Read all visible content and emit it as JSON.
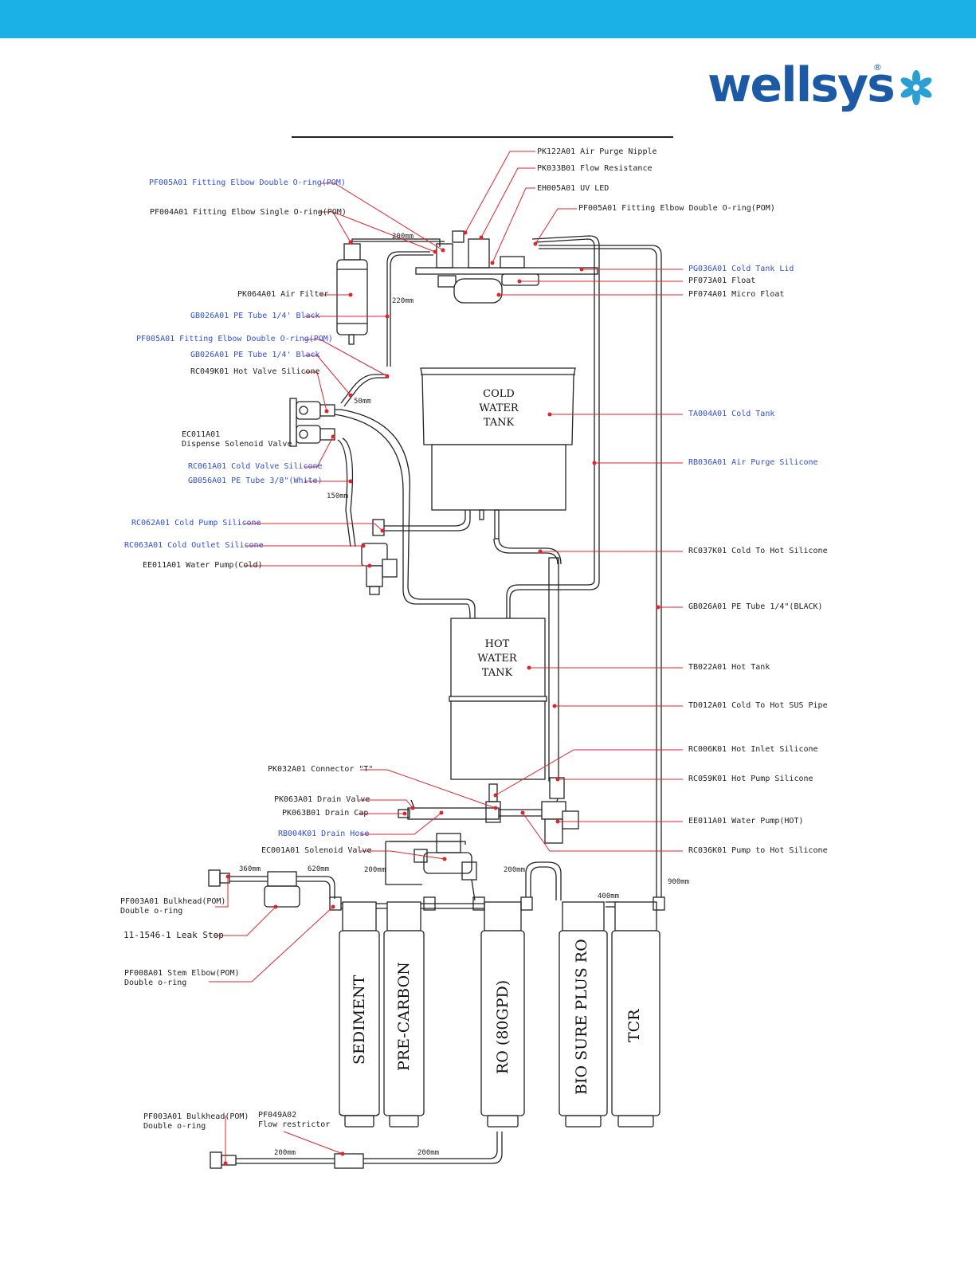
{
  "header": {
    "brand": "wellsys",
    "reg_mark": "®",
    "bar_color": "#1bb0e6",
    "brand_color": "#1c5aa6"
  },
  "tanks": {
    "cold": "COLD\nWATER\nTANK",
    "hot": "HOT\nWATER\nTANK"
  },
  "filters": {
    "sediment": "SEDIMENT",
    "pre_carbon": "PRE-CARBON",
    "ro": "RO  (80GPD)",
    "bio": "BIO SURE PLUS RO",
    "tcr": "TCR"
  },
  "left_labels": {
    "pf005_top": "PF005A01 Fitting Elbow Double O-ring(POM)",
    "pf004": "PF004A01 Fitting Elbow Single O-ring(POM)",
    "pk064": "PK064A01 Air Filter",
    "gb026_a": "GB026A01 PE Tube 1/4' Black",
    "pf005_mid": "PF005A01 Fitting Elbow Double O-ring(POM)",
    "gb026_b": "GB026A01 PE Tube 1/4' Black",
    "rc049": "RC049K01 Hot Valve Silicone",
    "ec011_a": "EC011A01",
    "ec011_b": "Dispense Solenoid Valve",
    "rc061": "RC061A01 Cold Valve Silicone",
    "gb056": "GB056A01 PE Tube 3/8\"(White)",
    "rc062": "RC062A01 Cold Pump Silicone",
    "rc063": "RC063A01 Cold Outlet Silicone",
    "ee011_cold": "EE011A01 Water Pump(Cold)",
    "pk032": "PK032A01 Connector \"T\"",
    "pk063a": "PK063A01 Drain Valve",
    "pk063b": "PK063B01 Drain Cap",
    "rb004": "RB004K01 Drain Hose",
    "ec001": "EC001A01 Solenoid Valve",
    "pf003_a1": "PF003A01 Bulkhead(POM)",
    "pf003_a2": "Double o-ring",
    "leak": "11-1546-1 Leak Stop",
    "pf008_1": "PF008A01 Stem Elbow(POM)",
    "pf008_2": "Double o-ring",
    "pf003_b1": "PF003A01 Bulkhead(POM)",
    "pf003_b2": "Double o-ring",
    "pf049_1": "PF049A02",
    "pf049_2": "Flow restrictor"
  },
  "right_labels": {
    "pk122": "PK122A01 Air Purge Nipple",
    "pk033": "PK033B01 Flow Resistance",
    "eh005": "EH005A01 UV LED",
    "pf005_right": "PF005A01 Fitting Elbow Double O-ring(POM)",
    "pg036": "PG036A01 Cold Tank Lid",
    "pf073": "PF073A01 Float",
    "pf074": "PF074A01 Micro Float",
    "ta004": "TA004A01 Cold Tank",
    "rb036": "RB036A01 Air Purge Silicone",
    "rc037": "RC037K01 Cold To Hot Silicone",
    "gb026_black": "GB026A01 PE Tube 1/4\"(BLACK)",
    "tb022": "TB022A01 Hot Tank",
    "td012": "TD012A01 Cold To Hot SUS Pipe",
    "rc006": "RC006K01 Hot Inlet Silicone",
    "rc059": "RC059K01 Hot Pump Silicone",
    "ee011_hot": "EE011A01 Water Pump(HOT)",
    "rc036": "RC036K01 Pump to Hot Silicone"
  },
  "dims": {
    "d200_top": "200mm",
    "d220": "220mm",
    "d50": "50mm",
    "d150": "150mm",
    "d360": "360mm",
    "d620": "620mm",
    "d200_a": "200mm",
    "d200_b": "200mm",
    "d400": "400mm",
    "d900": "900mm",
    "d200_c": "200mm",
    "d200_d": "200mm"
  },
  "colors": {
    "leader": "#e0242b",
    "blue_label": "#2f4fd8",
    "line": "#222222"
  }
}
